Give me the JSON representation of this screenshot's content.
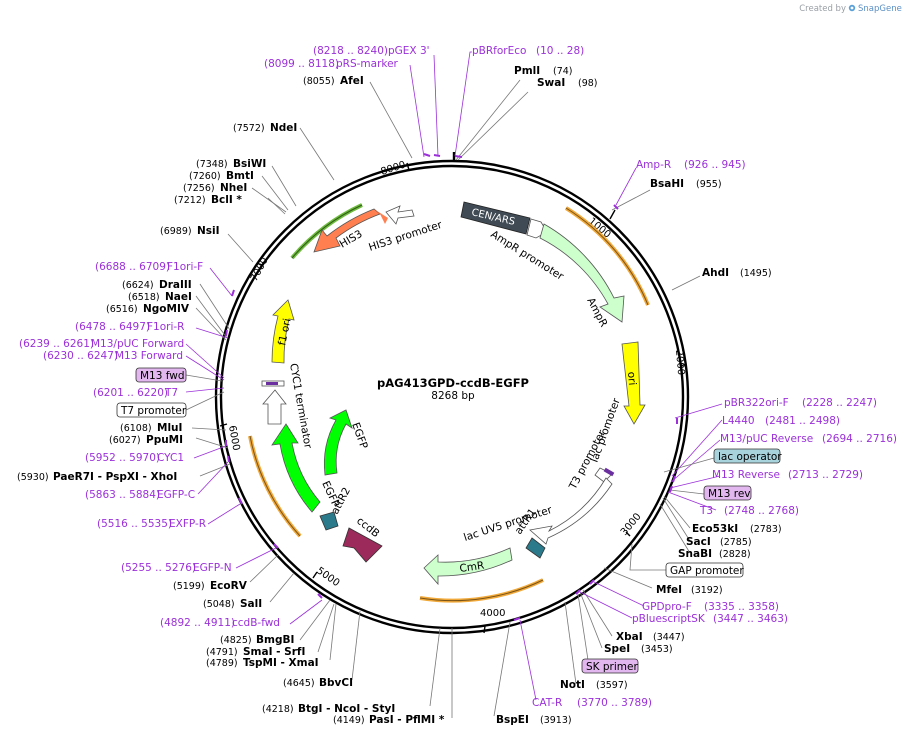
{
  "credit": {
    "prefix": "Created by",
    "brand": "SnapGene"
  },
  "plasmid": {
    "name": "pAG413GPD-ccdB-EGFP",
    "length_label": "8268 bp"
  },
  "ticks": [
    "1000",
    "2000",
    "3000",
    "4000",
    "5000",
    "6000",
    "7000",
    "8000"
  ],
  "features": {
    "cen_ars": "CEN/ARS",
    "ampr_promoter": "AmpR promoter",
    "ampr": "AmpR",
    "ori": "ori",
    "lac_promoter": "lac promoter",
    "t3_promoter": "T3 promoter",
    "lac_uv5": "lac UV5 promoter",
    "attr1": "attR1",
    "cmr": "CmR",
    "ccdb": "ccdB",
    "attr2": "attR2",
    "egfp_inner": "EGFP",
    "egfp_outer": "EGFP",
    "cyc1": "CYC1 terminator",
    "f1ori": "f1 ori",
    "his3": "HIS3",
    "his3_promoter": "HIS3 promoter"
  },
  "enzymes": [
    {
      "name": "PmlI",
      "pos": "(74)"
    },
    {
      "name": "SwaI",
      "pos": "(98)"
    },
    {
      "name": "BsaHI",
      "pos": "(955)"
    },
    {
      "name": "AhdI",
      "pos": "(1495)"
    },
    {
      "name": "Eco53kI",
      "pos": "(2783)"
    },
    {
      "name": "SacI",
      "pos": "(2785)"
    },
    {
      "name": "SnaBI",
      "pos": "(2828)"
    },
    {
      "name": "MfeI",
      "pos": "(3192)"
    },
    {
      "name": "XbaI",
      "pos": "(3447)"
    },
    {
      "name": "SpeI",
      "pos": "(3453)"
    },
    {
      "name": "NotI",
      "pos": "(3597)"
    },
    {
      "name": "BspEI",
      "pos": "(3913)"
    },
    {
      "name": "PasI  -  PflMI *",
      "pos": "(4149)"
    },
    {
      "name": "BtgI  -  NcoI  -  StyI",
      "pos": "(4218)"
    },
    {
      "name": "BbvCI",
      "pos": "(4645)"
    },
    {
      "name": "TspMI  -  XmaI",
      "pos": "(4789)"
    },
    {
      "name": "SmaI  -  SrfI",
      "pos": "(4791)"
    },
    {
      "name": "BmgBI",
      "pos": "(4825)"
    },
    {
      "name": "SalI",
      "pos": "(5048)"
    },
    {
      "name": "EcoRV",
      "pos": "(5199)"
    },
    {
      "name": "PaeR7I  -  PspXI  -  XhoI",
      "pos": "(5930)"
    },
    {
      "name": "PpuMI",
      "pos": "(6027)"
    },
    {
      "name": "MluI",
      "pos": "(6108)"
    },
    {
      "name": "NgoMIV",
      "pos": "(6516)"
    },
    {
      "name": "NaeI",
      "pos": "(6518)"
    },
    {
      "name": "DraIII",
      "pos": "(6624)"
    },
    {
      "name": "NsiI",
      "pos": "(6989)"
    },
    {
      "name": "BclI *",
      "pos": "(7212)"
    },
    {
      "name": "NheI",
      "pos": "(7256)"
    },
    {
      "name": "BmtI",
      "pos": "(7260)"
    },
    {
      "name": "BsiWI",
      "pos": "(7348)"
    },
    {
      "name": "NdeI",
      "pos": "(7572)"
    },
    {
      "name": "AfeI",
      "pos": "(8055)"
    }
  ],
  "primers": [
    {
      "name": "pBRforEco",
      "range": "(10 .. 28)"
    },
    {
      "name": "pGEX 3'",
      "range": "(8218 .. 8240)"
    },
    {
      "name": "pRS-marker",
      "range": "(8099 .. 8118)"
    },
    {
      "name": "Amp-R",
      "range": "(926 .. 945)"
    },
    {
      "name": "pBR322ori-F",
      "range": "(2228 .. 2247)"
    },
    {
      "name": "L4440",
      "range": "(2481 .. 2498)"
    },
    {
      "name": "M13/pUC Reverse",
      "range": "(2694 .. 2716)"
    },
    {
      "name": "M13 Reverse",
      "range": "(2713 .. 2729)"
    },
    {
      "name": "T3",
      "range": "(2748 .. 2768)"
    },
    {
      "name": "GPDpro-F",
      "range": "(3335 .. 3358)"
    },
    {
      "name": "pBluescriptSK",
      "range": "(3447 .. 3463)"
    },
    {
      "name": "CAT-R",
      "range": "(3770 .. 3789)"
    },
    {
      "name": "ccdB-fwd",
      "range": "(4892 .. 4911)"
    },
    {
      "name": "EGFP-N",
      "range": "(5255 .. 5276)"
    },
    {
      "name": "EXFP-R",
      "range": "(5516 .. 5535)"
    },
    {
      "name": "EGFP-C",
      "range": "(5863 .. 5884)"
    },
    {
      "name": "CYC1",
      "range": "(5952 .. 5970)"
    },
    {
      "name": "T7",
      "range": "(6201 .. 6220)"
    },
    {
      "name": "M13 Forward",
      "range": "(6230 .. 6247)"
    },
    {
      "name": "M13/pUC Forward",
      "range": "(6239 .. 6261)"
    },
    {
      "name": "F1ori-R",
      "range": "(6478 .. 6497)"
    },
    {
      "name": "F1ori-F",
      "range": "(6688 .. 6709)"
    }
  ],
  "boxes": {
    "lac_operator": "lac operator",
    "m13_rev": "M13 rev",
    "gap_promoter": "GAP promoter",
    "sk_primer": "SK primer",
    "m13_fwd": "M13 fwd",
    "t7_promoter": "T7 promoter"
  },
  "colors": {
    "backbone": "#000000",
    "primer": "#9b30d9",
    "ampr": "#ccffcc",
    "ori": "#ffff00",
    "egfp": "#00ff00",
    "his3": "#ff7f50",
    "ccdb": "#9c2a5a",
    "cen_ars": "#3f4a54",
    "att": "#2a7a8c",
    "orange_arc": "#f0a93a",
    "green_arc": "#6dbb3c"
  }
}
